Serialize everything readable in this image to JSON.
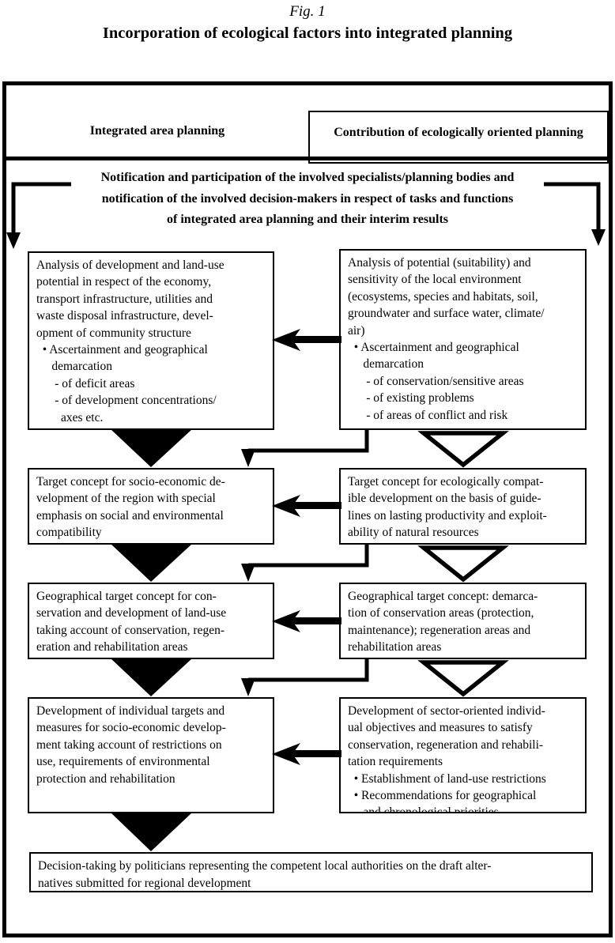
{
  "figure": {
    "label": "Fig. 1",
    "title": "Incorporation of ecological factors into integrated planning"
  },
  "header": {
    "left_title": "Integrated area planning",
    "right_title": "Contribution of ecologically oriented planning"
  },
  "notification": {
    "lines": [
      "Notification and participation of the involved specialists/planning bodies and",
      "notification of the involved decision-makers in respect of tasks and functions",
      "of integrated area planning and their interim results"
    ]
  },
  "boxes": {
    "left1": {
      "lines": [
        "Analysis of development and land-use",
        "potential in respect of the economy,",
        "transport infrastructure, utilities and",
        "waste disposal infrastructure, devel-",
        "opment of community structure",
        "  • Ascertainment and geographical",
        "     demarcation",
        "      - of deficit areas",
        "      - of development concentrations/",
        "        axes etc."
      ]
    },
    "right1": {
      "lines": [
        "Analysis of potential (suitability) and",
        "sensitivity of the local environment",
        "(ecosystems, species and habitats, soil,",
        "groundwater and surface water, climate/",
        "air)",
        "  • Ascertainment and geographical",
        "     demarcation",
        "      - of conservation/sensitive areas",
        "      - of existing problems",
        "      - of areas of conflict and risk"
      ]
    },
    "left2": {
      "lines": [
        "Target concept for socio-economic de-",
        "velopment of the region with special",
        "emphasis on social and environmental",
        "compatibility"
      ]
    },
    "right2": {
      "lines": [
        "Target concept for ecologically compat-",
        "ible development on the basis of guide-",
        "lines on lasting productivity and exploit-",
        "ability of natural resources"
      ]
    },
    "left3": {
      "lines": [
        "Geographical target concept for con-",
        "servation and development of land-use",
        "taking account of conservation, regen-",
        "eration and rehabilitation areas"
      ]
    },
    "right3": {
      "lines": [
        "Geographical target concept: demarca-",
        "tion of conservation areas (protection,",
        "maintenance); regeneration areas and",
        "rehabilitation areas"
      ]
    },
    "left4": {
      "lines": [
        "Development of individual targets and",
        "measures for socio-economic develop-",
        "ment taking account of restrictions on",
        "use, requirements of environmental",
        "protection and rehabilitation"
      ]
    },
    "right4": {
      "lines": [
        "Development of sector-oriented individ-",
        "ual objectives and measures to satisfy",
        "conservation, regeneration and rehabili-",
        "tation requirements",
        "  • Establishment of land-use restrictions",
        "  • Recommendations for geographical",
        "     and chronological priorities"
      ]
    },
    "decision": {
      "lines": [
        "Decision-taking by politicians representing the competent local authorities on the draft alter-",
        "natives submitted for regional development"
      ]
    }
  },
  "colors": {
    "ink": "#000000",
    "paper": "#ffffff"
  }
}
